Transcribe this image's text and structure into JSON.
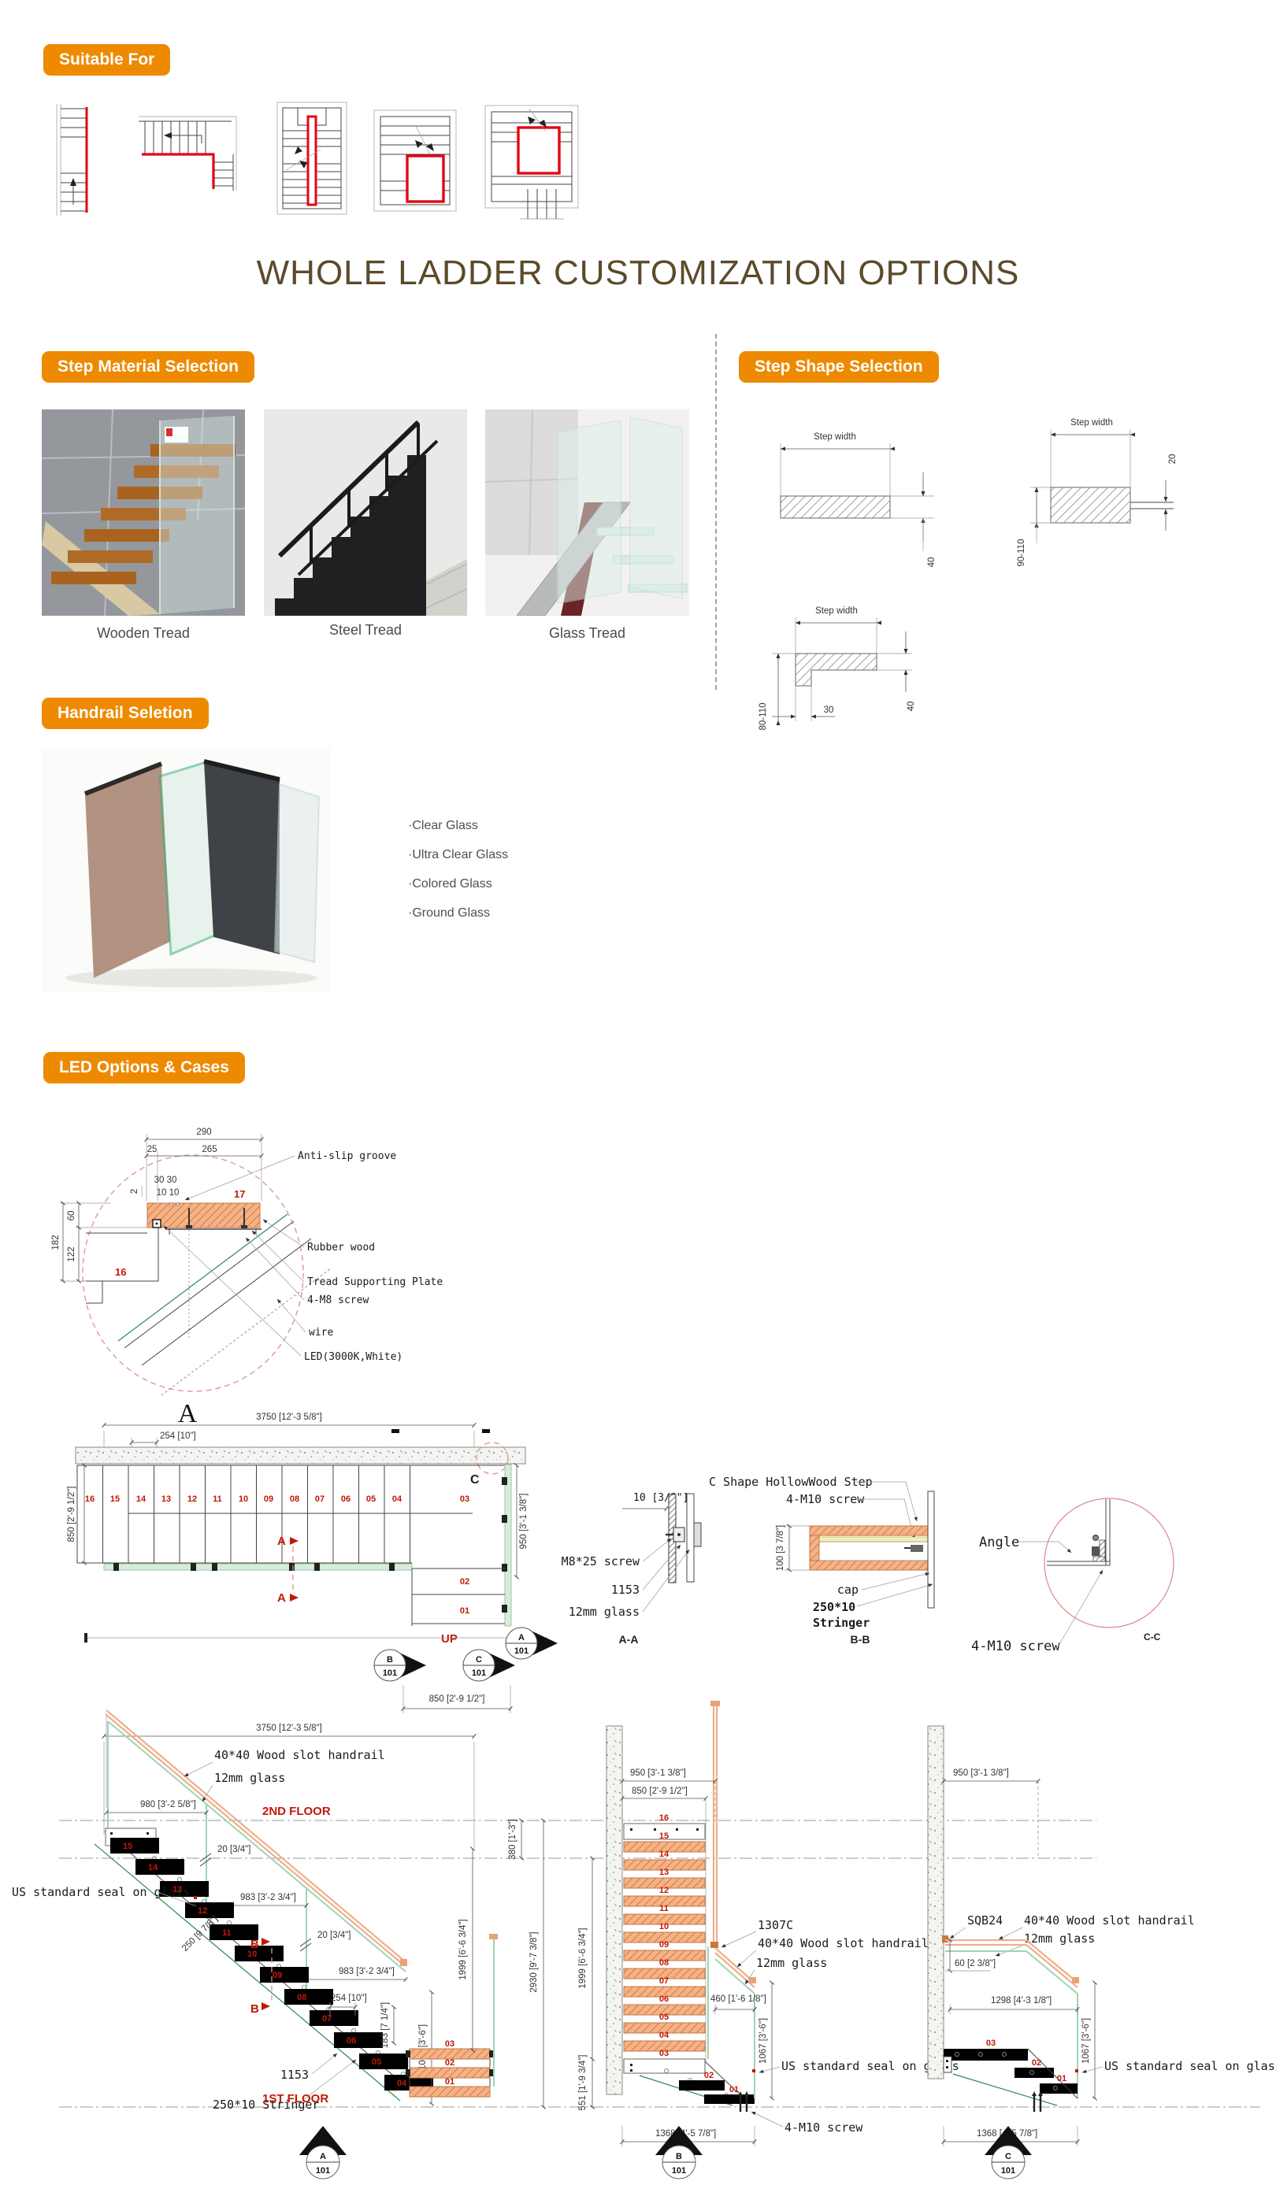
{
  "colors": {
    "accent_orange": "#EE8A00",
    "title_brown": "#5C4A2B",
    "cad_red": "#C21807",
    "hatch_orange": "#F6B286",
    "glass_green": "#37B07C",
    "handrail_peach": "#EFAF8C",
    "line_gray": "#555555"
  },
  "suitable_for": {
    "badge": "Suitable For"
  },
  "title": "WHOLE LADDER CUSTOMIZATION OPTIONS",
  "step_material": {
    "badge": "Step Material Selection",
    "items": [
      {
        "label": "Wooden Tread"
      },
      {
        "label": "Steel Tread"
      },
      {
        "label": "Glass Tread"
      }
    ]
  },
  "step_shape": {
    "badge": "Step Shape Selection",
    "flat": {
      "width": "Step width",
      "thickness": "40"
    },
    "tab": {
      "width": "Step width",
      "tab": "20",
      "thickness": "90-110"
    },
    "nosed": {
      "width": "Step width",
      "thickness": "40",
      "nose_depth": "30",
      "nose_height": "80-110"
    }
  },
  "handrail": {
    "badge": "Handrail Seletion",
    "options": [
      {
        "label": "·Clear Glass"
      },
      {
        "label": "·Ultra Clear Glass"
      },
      {
        "label": "·Colored Glass"
      },
      {
        "label": "·Ground Glass"
      }
    ]
  },
  "led": {
    "badge": "LED Options & Cases"
  },
  "detail_a": {
    "caption": "A",
    "dim_290": "290",
    "dim_25": "25",
    "dim_265": "265",
    "dim_3030": "30 30",
    "dim_1010": "10 10",
    "dim_2": "2",
    "dim_60": "60",
    "dim_122": "122",
    "dim_182": "182",
    "tread_upper": "17",
    "tread_lower": "16",
    "anti_slip": "Anti-slip groove",
    "rubber_wood": "Rubber wood",
    "tread_plate": "Tread Supporting Plate",
    "screw": "4-M8 screw",
    "wire": "wire",
    "led_label": "LED(3000K,White)"
  },
  "plan": {
    "dim_total": "3750 [12'-3 5/8\"]",
    "dim_tread": "254 [10\"]",
    "dim_left": "850 [2'-9 1/2\"]",
    "dim_right": "950 [3'-1 3/8\"]",
    "dim_bottom": "850 [2'-9 1/2\"]",
    "up": "UP",
    "marker_c": "C",
    "section_a": "A",
    "section_a2": "A",
    "treads": [
      "16",
      "15",
      "14",
      "13",
      "12",
      "11",
      "10",
      "09",
      "08",
      "07",
      "06",
      "05",
      "04",
      "03",
      "02",
      "01"
    ],
    "bubble_b": {
      "letter": "B",
      "sheet": "101"
    },
    "bubble_c": {
      "letter": "C",
      "sheet": "101"
    },
    "bubble_a": {
      "letter": "A",
      "sheet": "101"
    }
  },
  "section_aa": {
    "caption": "A-A",
    "dim_10": "10 [3/8\"]",
    "screw": "M8*25 screw",
    "part": "1153",
    "glass": "12mm glass"
  },
  "section_bb": {
    "caption": "B-B",
    "step": "C Shape HollowWood Step",
    "screw": "4-M10 screw",
    "dim_100": "100 [3 7/8\"]",
    "cap": "cap",
    "stringer_size": "250*10",
    "stringer_word": "Stringer"
  },
  "section_cc": {
    "caption": "C-C",
    "angle": "Angle",
    "screw": "4-M10 screw"
  },
  "elev_side": {
    "dim_total": "3750 [12'-3 5/8\"]",
    "handrail": "40*40 Wood slot handrail",
    "glass": "12mm glass",
    "dim_980": "980 [3'-2 5/8\"]",
    "floor2": "2ND FLOOR",
    "floor1": "1ST FLOOR",
    "dim_20a": "20 [3/4\"]",
    "dim_20b": "20 [3/4\"]",
    "dim_983a": "983 [3'-2 3/4\"]",
    "dim_983b": "983 [3'-2 3/4\"]",
    "dim_380": "380 [1'-3\"]",
    "seal": "US standard seal on glass",
    "dim_250": "250 [9 7/8\"]",
    "section_b": "B",
    "section_b2": "B",
    "dim_254": "254 [10\"]",
    "dim_183": "183 [7 1/4\"]",
    "dim_1067": "1067 [3'-6\"]",
    "part": "1153",
    "stringer": "250*10 Stringer",
    "dim_1999": "1999 [6'-6 3/4\"]",
    "dim_2930": "2930 [9'-7 3/8\"]",
    "treads": [
      "15",
      "14",
      "13",
      "12",
      "11",
      "10",
      "09",
      "08",
      "07",
      "06",
      "05",
      "04"
    ],
    "landing": [
      "03",
      "02",
      "01"
    ],
    "bubble": {
      "letter": "A",
      "sheet": "101"
    }
  },
  "elev_front": {
    "dim_950": "950 [3'-1 3/8\"]",
    "dim_850": "850 [2'-9 1/2\"]",
    "part_1307c": "1307C",
    "handrail": "40*40 Wood slot handrail",
    "glass": "12mm glass",
    "dim_460": "460 [1'-6 1/8\"]",
    "dim_1067": "1067 [3'-6\"]",
    "dim_1999": "1999 [6'-6 3/4\"]",
    "dim_551": "551 [1'-9 3/4\"]",
    "seal": "US standard seal on glass",
    "screw": "4-M10 screw",
    "dim_1368": "1368 [4'-5 7/8\"]",
    "treads": [
      "16",
      "15",
      "14",
      "13",
      "12",
      "11",
      "10",
      "09",
      "08",
      "07",
      "06",
      "05",
      "04",
      "03"
    ],
    "steps": [
      "02",
      "01"
    ],
    "bubble": {
      "letter": "B",
      "sheet": "101"
    }
  },
  "elev_back": {
    "dim_950": "950 [3'-1 3/8\"]",
    "part_sqb24": "SQB24",
    "handrail": "40*40 Wood slot handrail",
    "glass": "12mm glass",
    "dim_60": "60 [2 3/8\"]",
    "dim_1298": "1298 [4'-3 1/8\"]",
    "dim_1067": "1067 [3'-6\"]",
    "seal": "US standard seal on glass",
    "dim_1368": "1368 [4'-5 7/8\"]",
    "treads": [
      "03",
      "02",
      "01"
    ],
    "bubble": {
      "letter": "C",
      "sheet": "101"
    }
  }
}
